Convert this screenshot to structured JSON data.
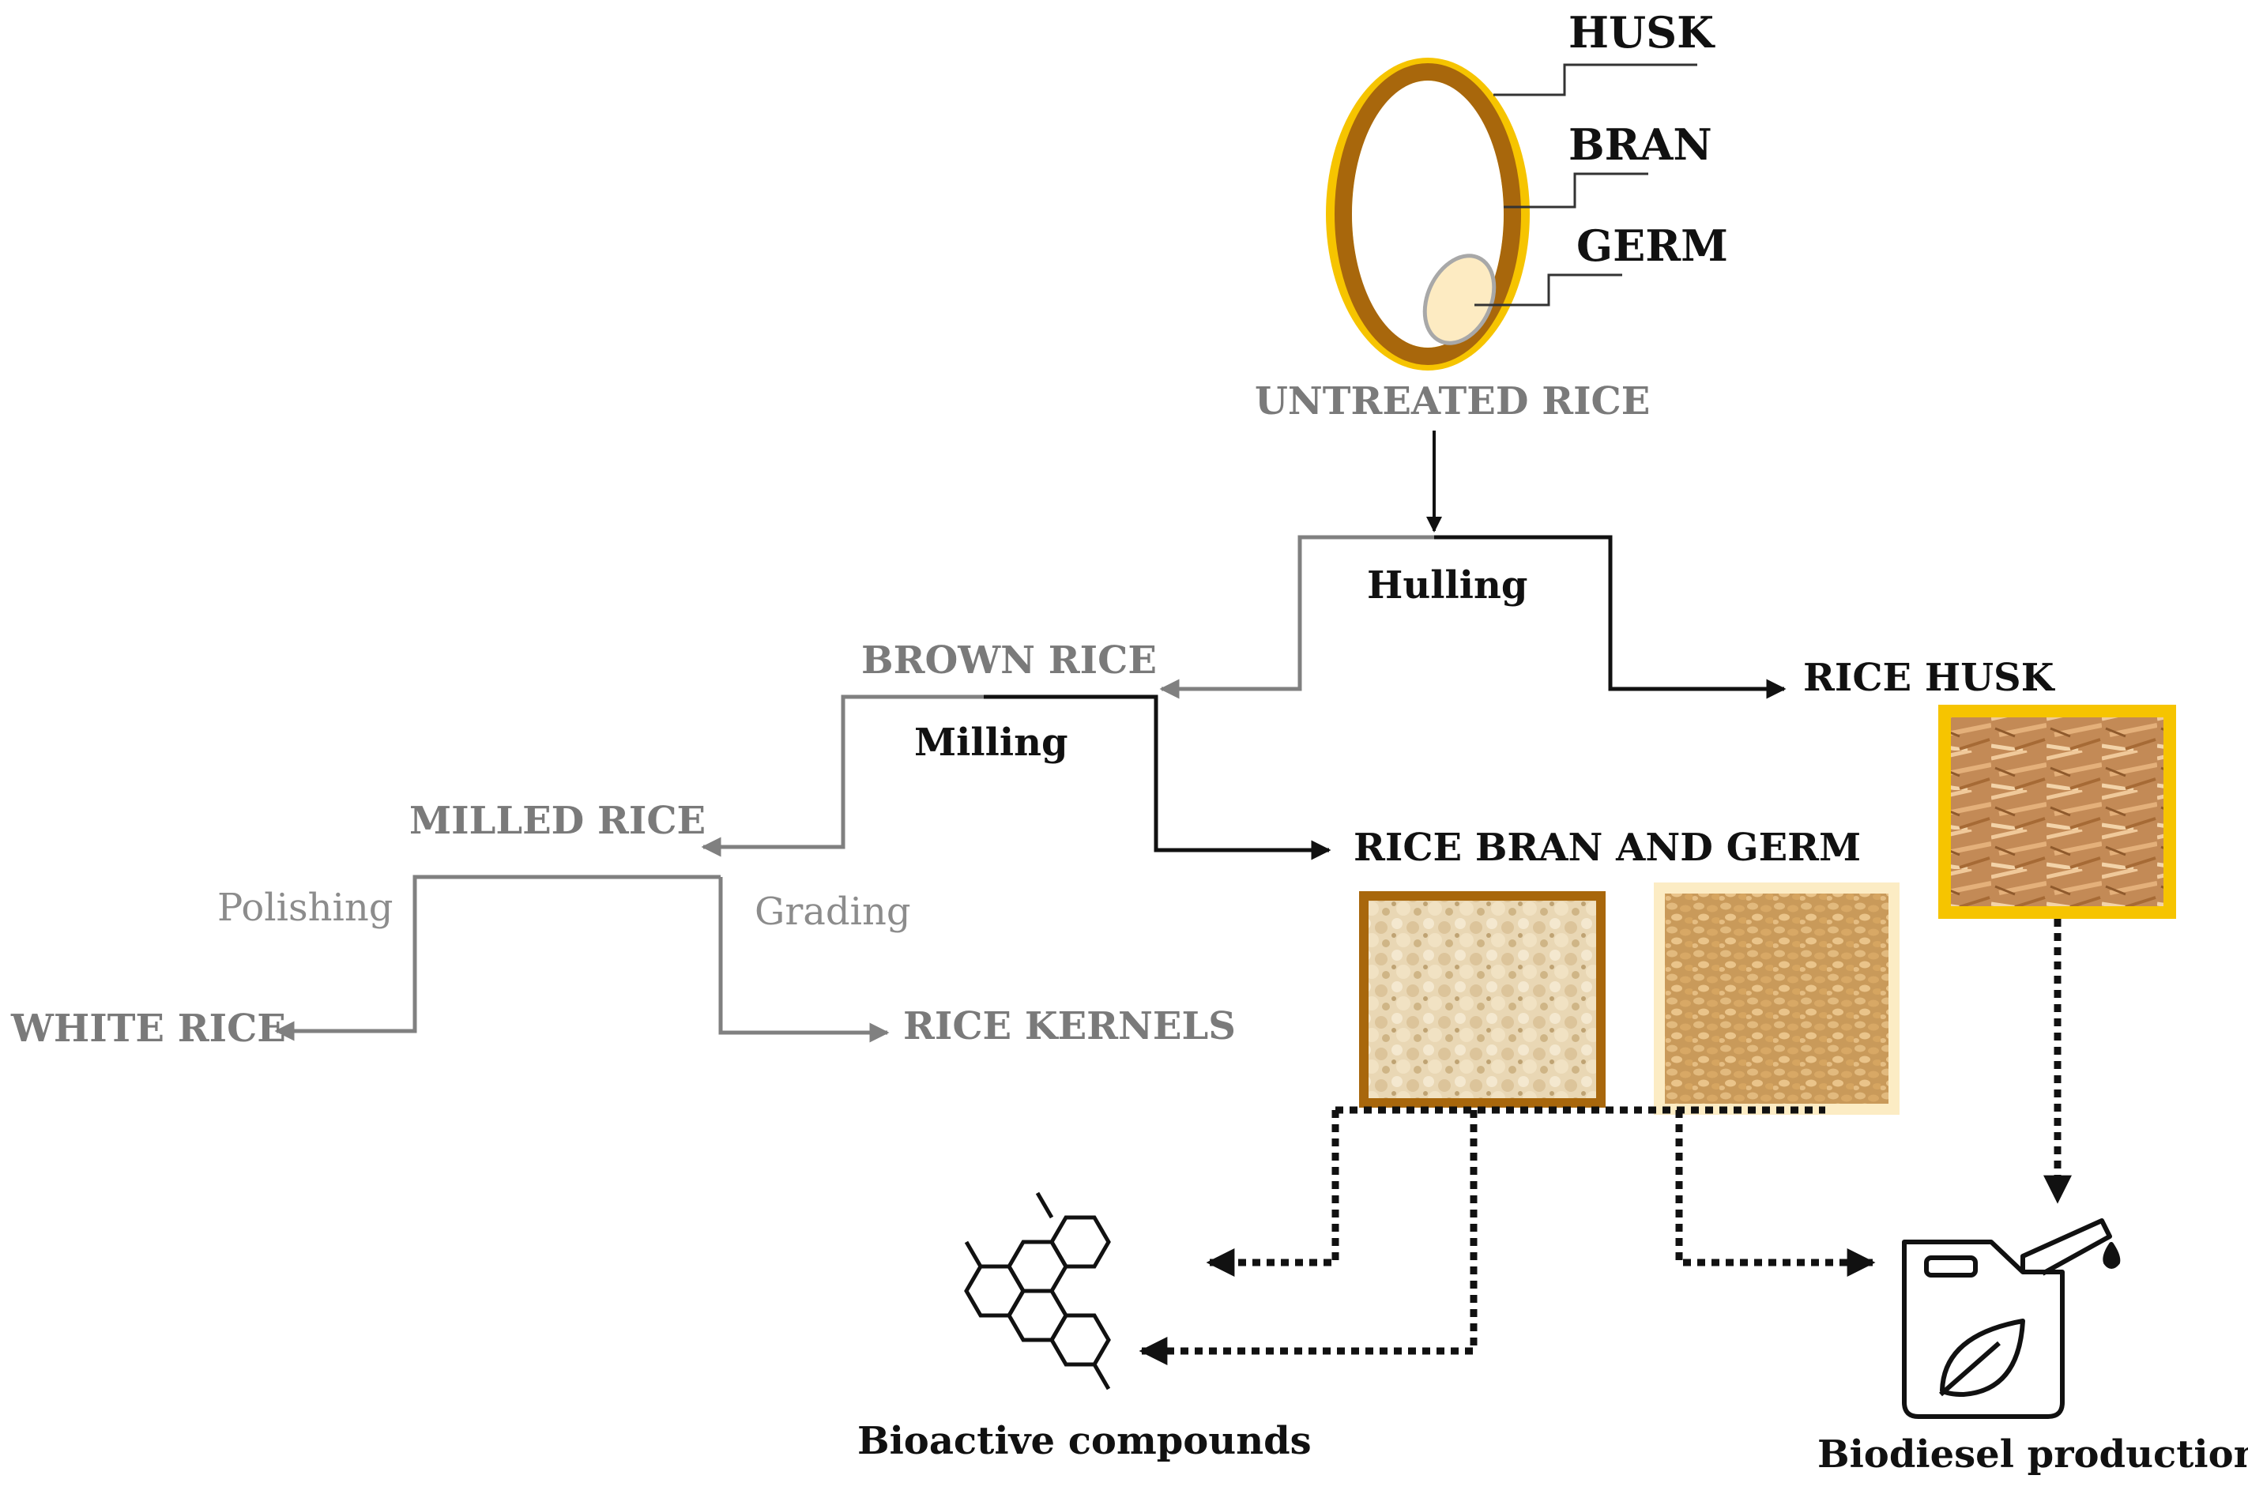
{
  "grain": {
    "husk_label": "HUSK",
    "bran_label": "BRAN",
    "germ_label": "GERM",
    "title": "UNTREATED RICE"
  },
  "processes": {
    "hulling": "Hulling",
    "milling": "Milling",
    "polishing": "Polishing",
    "grading": "Grading"
  },
  "products": {
    "brown_rice": "BROWN RICE",
    "rice_husk": "RICE HUSK",
    "milled_rice": "MILLED RICE",
    "rice_bran_germ": "RICE BRAN AND GERM",
    "white_rice": "WHITE RICE",
    "rice_kernels": "RICE KERNELS"
  },
  "applications": {
    "bioactive": "Bioactive compounds",
    "biodiesel": "Biodiesel production"
  },
  "colors": {
    "husk_yellow": "#f6c400",
    "bran_brown": "#a8670c",
    "germ_cream": "#fdebc2",
    "gray_line": "#808080",
    "black_line": "#111111",
    "bran_photo_border": "#a8670c",
    "germ_photo_border": "#fcecc4",
    "husk_photo_border": "#f6c400"
  },
  "icons": {
    "molecule": "hexagon-molecule-icon",
    "fuel": "fuel-jerrycan-leaf-icon"
  }
}
